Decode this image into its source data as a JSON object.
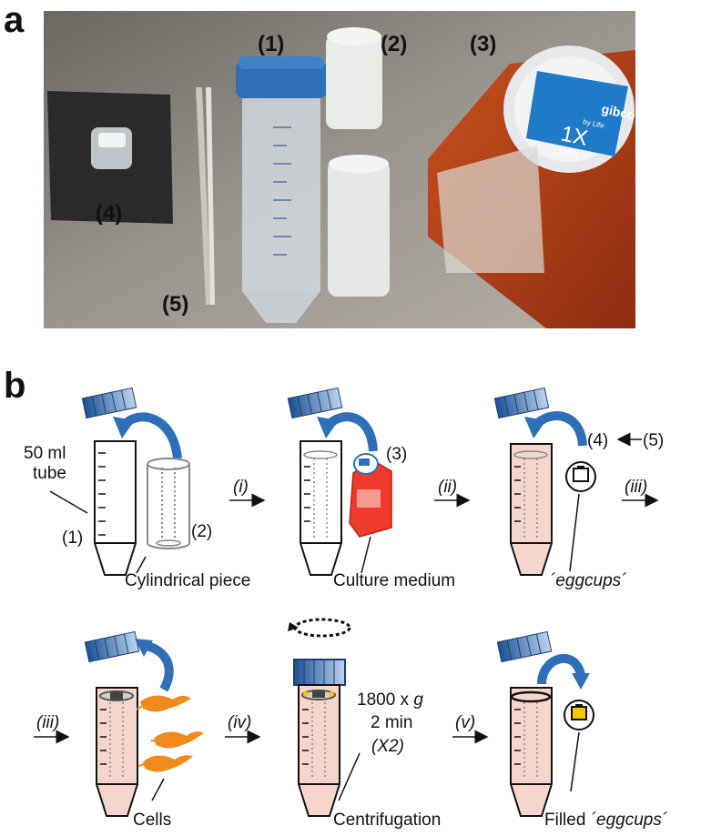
{
  "panel_a": {
    "letter": "a",
    "labels": {
      "tube": "(1)",
      "cylinder": "(2)",
      "medium": "(3)",
      "eggcup": "(4)",
      "tweezers": "(5)"
    },
    "bottle_text": {
      "brand": "gibco",
      "sub": "by Life",
      "conc": "1X",
      "type": "DMEM"
    }
  },
  "panel_b": {
    "letter": "b",
    "tube_label_line1": "50 ml",
    "tube_label_line2": "tube",
    "num_1": "(1)",
    "num_2": "(2)",
    "num_3": "(3)",
    "num_4": "(4)",
    "num_5": "(5)",
    "cylindrical_piece": "Cylindrical piece",
    "culture_medium": "Culture medium",
    "eggcups": "´eggcups´",
    "cells": "Cells",
    "centrifugation": "Centrifugation",
    "filled_prefix": "Filled ",
    "filled_eggcups": "´eggcups´",
    "step_i": "(i)",
    "step_ii": "(ii)",
    "step_iii_a": "(iii)",
    "step_iii_b": "(iii)",
    "step_iv": "(iv)",
    "step_v": "(v)",
    "speed_prefix": "1800 x ",
    "speed_g": "g",
    "time": "2 min",
    "repeat": "(X2)"
  },
  "colors": {
    "cap_blue": "#2f6fb8",
    "medium_pink": "#f6d6cc",
    "cell_orange": "#f08a1c",
    "eggcup_yellow": "#f7c600"
  }
}
